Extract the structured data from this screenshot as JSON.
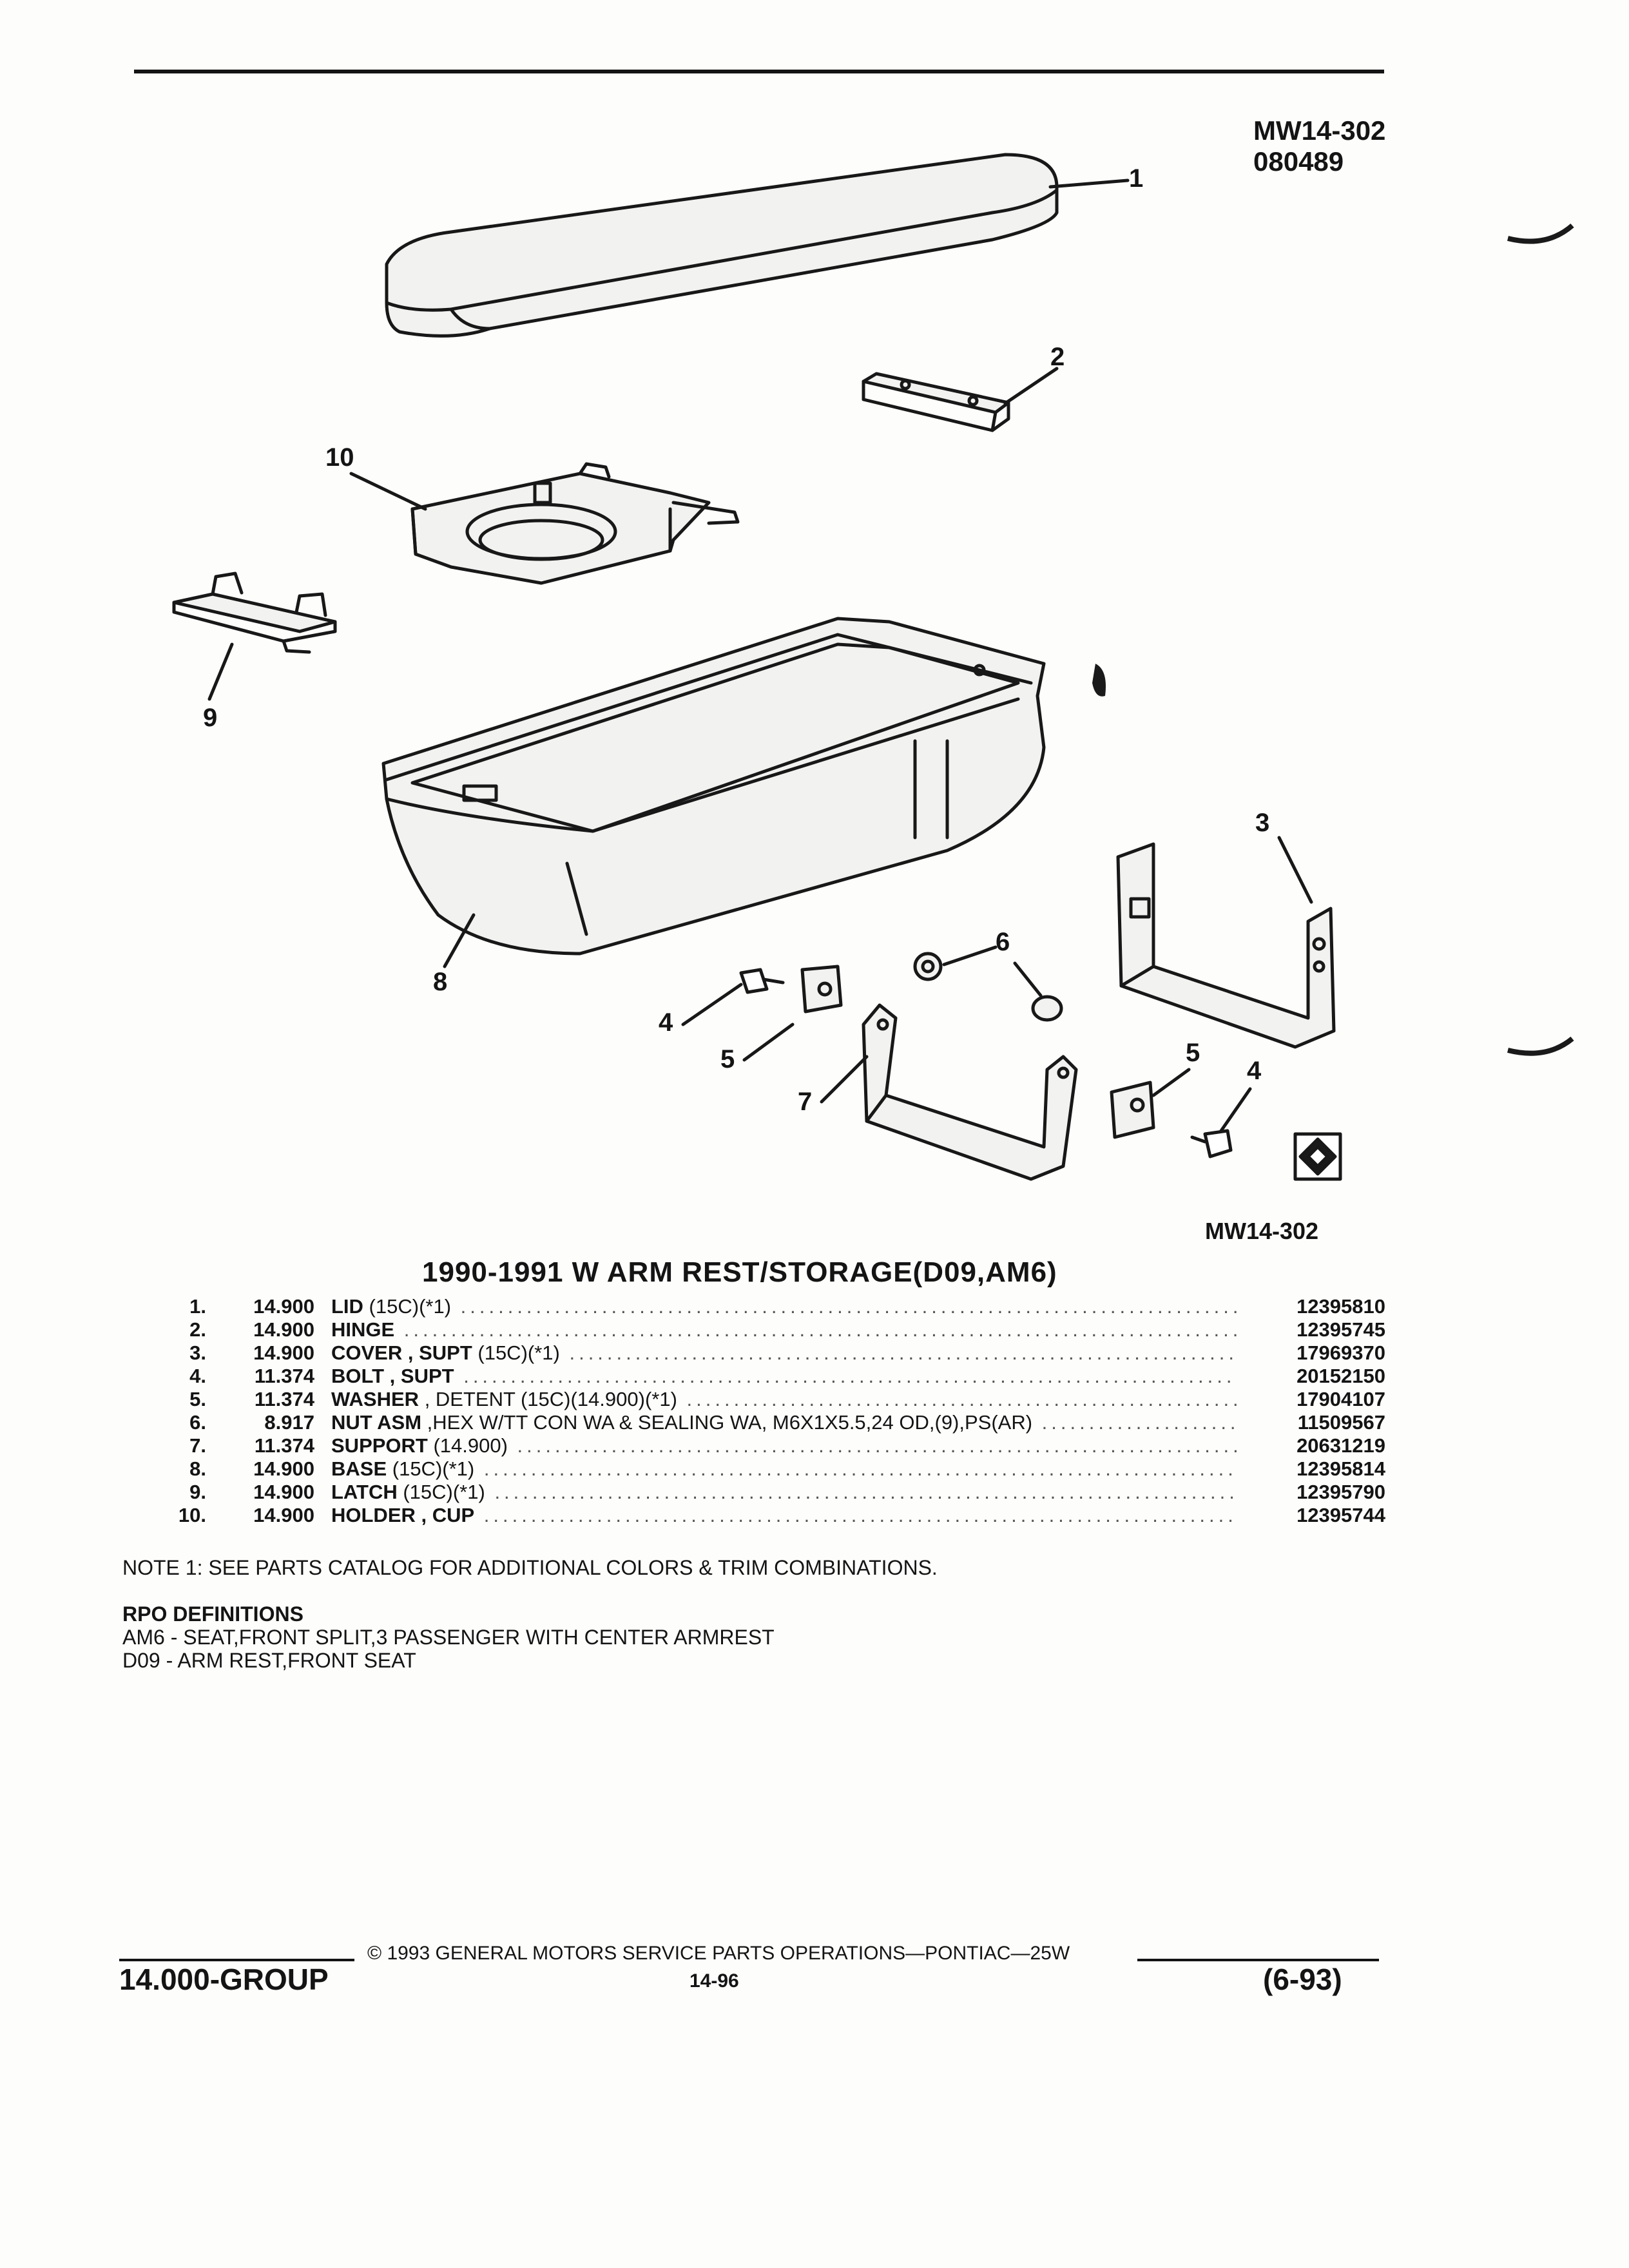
{
  "header": {
    "figure_code": "MW14-302",
    "date_code": "080489"
  },
  "diagram": {
    "callouts": {
      "c1": "1",
      "c2": "2",
      "c3": "3",
      "c4a": "4",
      "c4b": "4",
      "c5a": "5",
      "c5b": "5",
      "c6": "6",
      "c7": "7",
      "c8": "8",
      "c9": "9",
      "c10": "10"
    },
    "figure_code_bottom": "MW14-302"
  },
  "title": "1990-1991 W ARM REST/STORAGE(D09,AM6)",
  "parts": [
    {
      "item": "1.",
      "group": "14.900",
      "name": "LID",
      "detail": " (15C)(*1)",
      "part_no": "12395810"
    },
    {
      "item": "2.",
      "group": "14.900",
      "name": "HINGE",
      "detail": "",
      "part_no": "12395745"
    },
    {
      "item": "3.",
      "group": "14.900",
      "name": "COVER , SUPT",
      "detail": " (15C)(*1)",
      "part_no": "17969370"
    },
    {
      "item": "4.",
      "group": "11.374",
      "name": "BOLT , SUPT",
      "detail": "",
      "part_no": "20152150"
    },
    {
      "item": "5.",
      "group": "11.374",
      "name": "WASHER",
      "detail": " , DETENT (15C)(14.900)(*1)",
      "part_no": "17904107"
    },
    {
      "item": "6.",
      "group": "8.917",
      "name": "NUT ASM",
      "detail": " ,HEX W/TT CON WA & SEALING WA, M6X1X5.5,24 OD,(9),PS(AR)",
      "part_no": "11509567"
    },
    {
      "item": "7.",
      "group": "11.374",
      "name": "SUPPORT",
      "detail": " (14.900)",
      "part_no": "20631219"
    },
    {
      "item": "8.",
      "group": "14.900",
      "name": "BASE",
      "detail": " (15C)(*1)",
      "part_no": "12395814"
    },
    {
      "item": "9.",
      "group": "14.900",
      "name": "LATCH",
      "detail": " (15C)(*1)",
      "part_no": "12395790"
    },
    {
      "item": "10.",
      "group": "14.900",
      "name": "HOLDER , CUP",
      "detail": "",
      "part_no": "12395744"
    }
  ],
  "note": "NOTE  1:  SEE PARTS CATALOG FOR ADDITIONAL COLORS & TRIM COMBINATIONS.",
  "rpo": {
    "heading": "RPO DEFINITIONS",
    "lines": [
      "AM6 - SEAT,FRONT SPLIT,3 PASSENGER WITH CENTER ARMREST",
      "D09 - ARM REST,FRONT SEAT"
    ]
  },
  "footer": {
    "copyright": "© 1993 GENERAL MOTORS SERVICE PARTS OPERATIONS—PONTIAC—25W",
    "group": "14.000-GROUP",
    "page": "14-96",
    "revision": "(6-93)"
  }
}
